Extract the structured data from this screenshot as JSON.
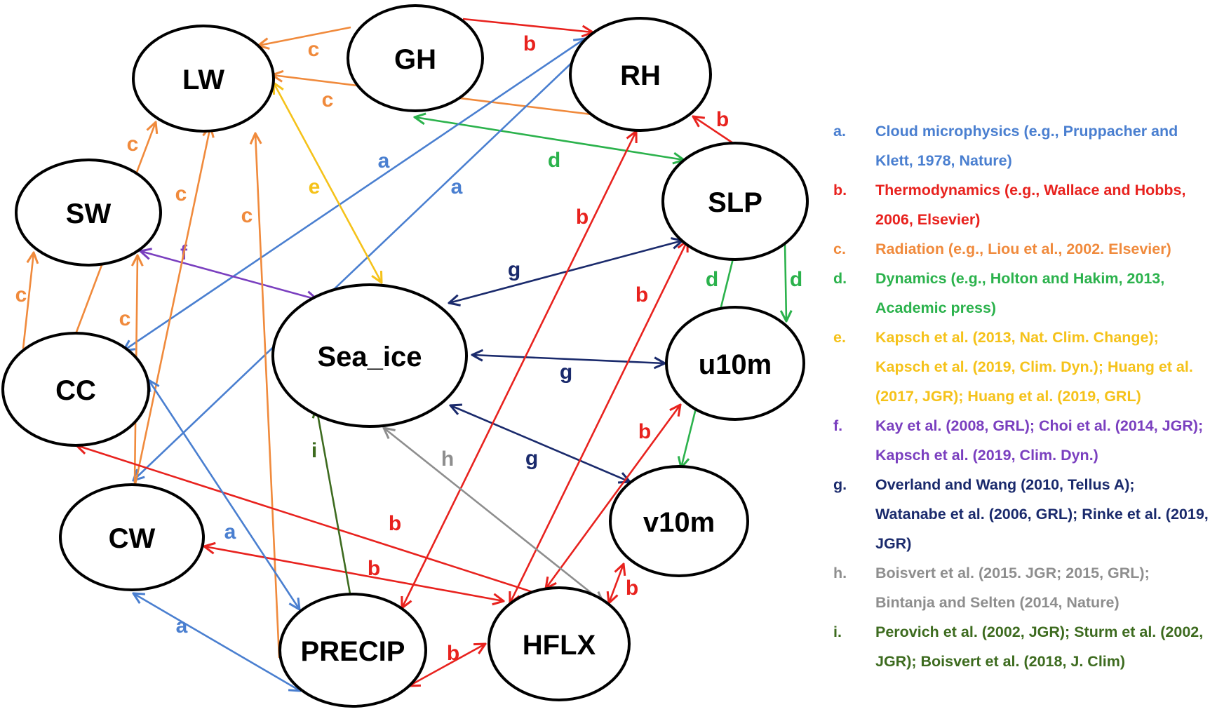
{
  "colors": {
    "a": "#4a7fd0",
    "b": "#e8221e",
    "c": "#f08a3c",
    "d": "#2bb24c",
    "e": "#f5c21a",
    "f": "#7a3fbf",
    "g": "#1a2a6c",
    "h": "#8e8e8e",
    "i": "#3d6b1f"
  },
  "nodes": {
    "GH": "GH",
    "RH": "RH",
    "LW": "LW",
    "SW": "SW",
    "SLP": "SLP",
    "Sea_ice": "Sea_ice",
    "u10m": "u10m",
    "CC": "CC",
    "CW": "CW",
    "v10m": "v10m",
    "PRECIP": "PRECIP",
    "HFLX": "HFLX"
  },
  "edges": [
    {
      "id": "gh-rh",
      "from": "GH",
      "to": "RH",
      "category": "b",
      "label": "b",
      "direction": "forward"
    },
    {
      "id": "gh-lw",
      "from": "GH",
      "to": "LW",
      "category": "c",
      "label": "c",
      "direction": "forward"
    },
    {
      "id": "rh-lw",
      "from": "RH",
      "to": "LW",
      "category": "c",
      "label": "c",
      "direction": "forward"
    },
    {
      "id": "slp-rh",
      "from": "SLP",
      "to": "RH",
      "category": "b",
      "label": "b",
      "direction": "forward"
    },
    {
      "id": "gh-slp",
      "from": "GH",
      "to": "SLP",
      "category": "d",
      "label": "d",
      "direction": "both"
    },
    {
      "id": "rh-cc",
      "from": "RH",
      "to": "CC",
      "category": "a",
      "label": "a",
      "direction": "both"
    },
    {
      "id": "rh-cw",
      "from": "RH",
      "to": "CW",
      "category": "a",
      "label": "a",
      "direction": "forward"
    },
    {
      "id": "lw-seaice",
      "from": "LW",
      "to": "Sea_ice",
      "category": "e",
      "label": "e",
      "direction": "both"
    },
    {
      "id": "sw-seaice",
      "from": "SW",
      "to": "Sea_ice",
      "category": "f",
      "label": "f",
      "direction": "both"
    },
    {
      "id": "cc-sw",
      "from": "CC",
      "to": "SW",
      "category": "c",
      "label": "c",
      "direction": "forward"
    },
    {
      "id": "cc-lw",
      "from": "CC",
      "to": "LW",
      "category": "c",
      "label": "c",
      "direction": "forward"
    },
    {
      "id": "cw-lw",
      "from": "CW",
      "to": "LW",
      "category": "c",
      "label": "c",
      "direction": "forward"
    },
    {
      "id": "cw-sw",
      "from": "CW",
      "to": "SW",
      "category": "c",
      "label": "c",
      "direction": "forward"
    },
    {
      "id": "precip-lw",
      "from": "PRECIP",
      "to": "LW",
      "category": "c",
      "label": "c",
      "direction": "forward"
    },
    {
      "id": "slp-seaice",
      "from": "SLP",
      "to": "Sea_ice",
      "category": "g",
      "label": "g",
      "direction": "both"
    },
    {
      "id": "seaice-u10m",
      "from": "Sea_ice",
      "to": "u10m",
      "category": "g",
      "label": "g",
      "direction": "both"
    },
    {
      "id": "seaice-v10m",
      "from": "Sea_ice",
      "to": "v10m",
      "category": "g",
      "label": "g",
      "direction": "both"
    },
    {
      "id": "slp-u10m",
      "from": "SLP",
      "to": "u10m",
      "category": "d",
      "label": "d",
      "direction": "forward"
    },
    {
      "id": "slp-v10m",
      "from": "SLP",
      "to": "v10m",
      "category": "d",
      "label": "d",
      "direction": "forward"
    },
    {
      "id": "rh-precip",
      "from": "RH",
      "to": "PRECIP",
      "category": "b",
      "label": "b",
      "direction": "both"
    },
    {
      "id": "slp-hflx",
      "from": "SLP",
      "to": "HFLX",
      "category": "b",
      "label": "b",
      "direction": "both"
    },
    {
      "id": "u10m-hflx",
      "from": "u10m",
      "to": "HFLX",
      "category": "b",
      "label": "b",
      "direction": "both"
    },
    {
      "id": "v10m-hflx",
      "from": "v10m",
      "to": "HFLX",
      "category": "b",
      "label": "b",
      "direction": "both"
    },
    {
      "id": "cc-hflx",
      "from": "CC",
      "to": "HFLX",
      "category": "b",
      "label": "b",
      "direction": "both"
    },
    {
      "id": "cw-hflx",
      "from": "CW",
      "to": "HFLX",
      "category": "b",
      "label": "b",
      "direction": "both"
    },
    {
      "id": "precip-hflx",
      "from": "PRECIP",
      "to": "HFLX",
      "category": "b",
      "label": "b",
      "direction": "both"
    },
    {
      "id": "cc-precip",
      "from": "CC",
      "to": "PRECIP",
      "category": "a",
      "label": "a",
      "direction": "both"
    },
    {
      "id": "cw-precip",
      "from": "CW",
      "to": "PRECIP",
      "category": "a",
      "label": "a",
      "direction": "both"
    },
    {
      "id": "precip-seaice",
      "from": "PRECIP",
      "to": "Sea_ice",
      "category": "i",
      "label": "i",
      "direction": "forward"
    },
    {
      "id": "seaice-hflx",
      "from": "Sea_ice",
      "to": "HFLX",
      "category": "h",
      "label": "h",
      "direction": "both"
    }
  ],
  "legend": [
    {
      "key": "a",
      "letter": "a.",
      "text": "Cloud microphysics (e.g., Pruppacher and Klett, 1978, Nature)"
    },
    {
      "key": "b",
      "letter": "b.",
      "text": "Thermodynamics (e.g., Wallace and Hobbs, 2006, Elsevier)"
    },
    {
      "key": "c",
      "letter": "c.",
      "text": "Radiation (e.g., Liou et al., 2002. Elsevier)"
    },
    {
      "key": "d",
      "letter": "d.",
      "text": "Dynamics (e.g., Holton and Hakim, 2013, Academic press)"
    },
    {
      "key": "e",
      "letter": "e.",
      "text": "Kapsch et al. (2013, Nat. Clim. Change); Kapsch et al. (2019, Clim. Dyn.); Huang et al. (2017, JGR); Huang et al. (2019, GRL)"
    },
    {
      "key": "f",
      "letter": "f.",
      "text": "Kay et al. (2008, GRL); Choi et al. (2014, JGR); Kapsch et al. (2019, Clim. Dyn.)"
    },
    {
      "key": "g",
      "letter": "g.",
      "text": "Overland  and Wang (2010, Tellus A); Watanabe et al. (2006, GRL); Rinke et al. (2019, JGR)"
    },
    {
      "key": "h",
      "letter": "h.",
      "text": "Boisvert et al. (2015. JGR; 2015, GRL); Bintanja and Selten (2014, Nature)"
    },
    {
      "key": "i",
      "letter": "i.",
      "text": "Perovich et al. (2002, JGR); Sturm et al. (2002, JGR); Boisvert et al. (2018, J. Clim)"
    }
  ]
}
